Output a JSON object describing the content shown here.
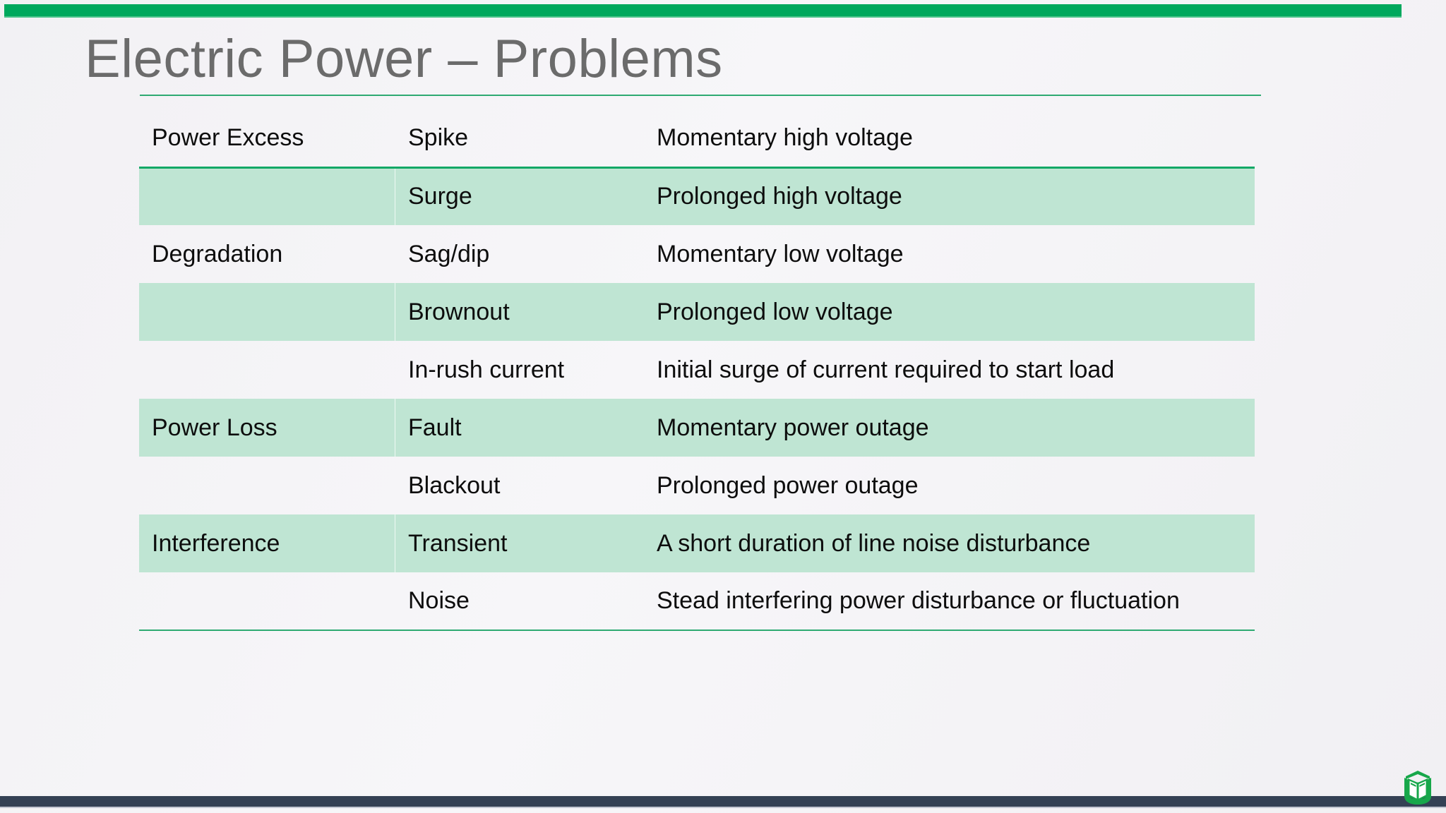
{
  "slide": {
    "title": "Electric Power – Problems",
    "accent_color": "#00a85d",
    "title_color": "#6b6b6b",
    "shade_color": "#bfe5d3",
    "footer_color": "#344154",
    "background_color": "#f1f0f3"
  },
  "table": {
    "columns": [
      "category",
      "problem",
      "description"
    ],
    "rows": [
      {
        "category": "Power Excess",
        "problem": "Spike",
        "description": "Momentary high voltage",
        "shaded": false
      },
      {
        "category": "",
        "problem": "Surge",
        "description": "Prolonged high voltage",
        "shaded": true
      },
      {
        "category": "Degradation",
        "problem": "Sag/dip",
        "description": "Momentary low voltage",
        "shaded": false
      },
      {
        "category": "",
        "problem": "Brownout",
        "description": "Prolonged low voltage",
        "shaded": true
      },
      {
        "category": "",
        "problem": "In-rush current",
        "description": "Initial surge of current required to start load",
        "shaded": false
      },
      {
        "category": "Power Loss",
        "problem": "Fault",
        "description": "Momentary power outage",
        "shaded": true
      },
      {
        "category": "",
        "problem": "Blackout",
        "description": "Prolonged power outage",
        "shaded": false
      },
      {
        "category": "Interference",
        "problem": "Transient",
        "description": "A short duration of line noise disturbance",
        "shaded": true
      },
      {
        "category": "",
        "problem": "Noise",
        "description": "Stead interfering power disturbance or fluctuation",
        "shaded": false
      }
    ]
  },
  "footer": {
    "logo_name": "open-book-logo",
    "logo_color": "#17a74a"
  }
}
